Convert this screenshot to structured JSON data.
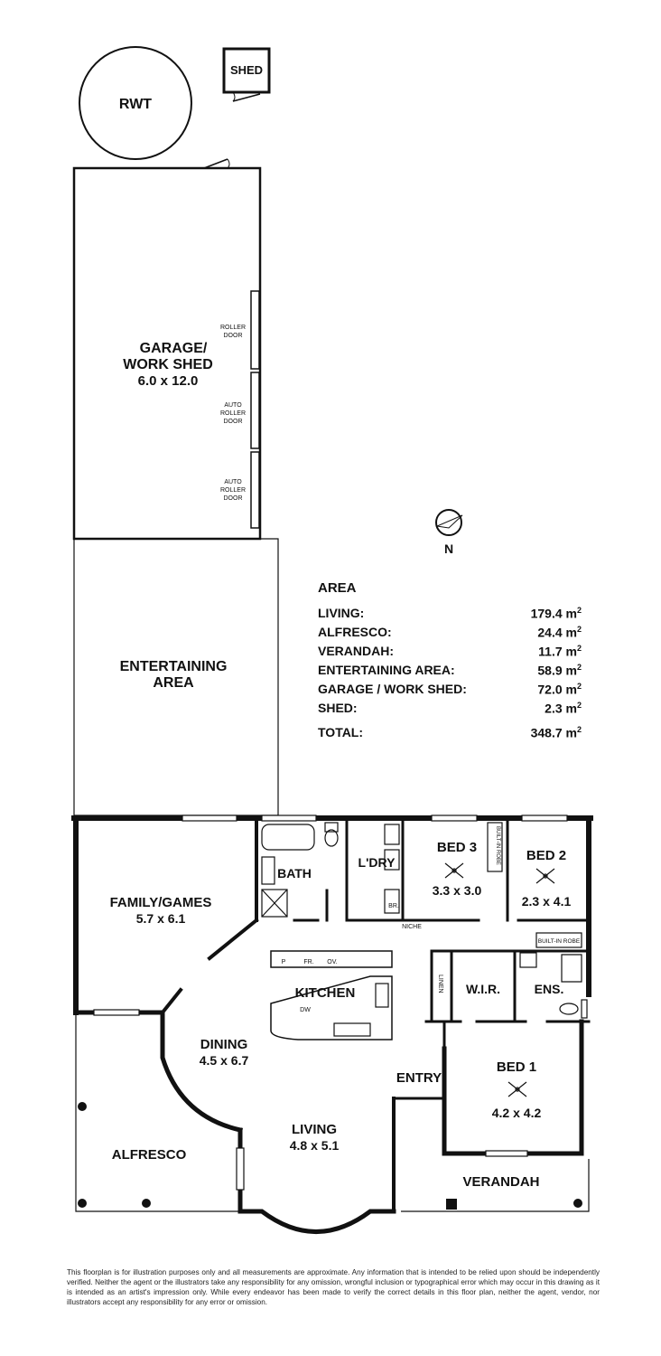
{
  "rooms": {
    "rwt": "RWT",
    "shed": "SHED",
    "garage_name_1": "GARAGE/",
    "garage_name_2": "WORK SHED",
    "garage_dim": "6.0 x 12.0",
    "roller_door_1a": "ROLLER",
    "roller_door_1b": "DOOR",
    "auto_roller": "AUTO",
    "auto_roller_b": "ROLLER",
    "auto_roller_c": "DOOR",
    "entertaining_1": "ENTERTAINING",
    "entertaining_2": "AREA",
    "family": "FAMILY/GAMES",
    "family_dim": "5.7 x 6.1",
    "bath": "BATH",
    "ldry": "L'DRY",
    "br": "BR.",
    "bed3": "BED 3",
    "bed3_dim": "3.3 x 3.0",
    "built_in_robe": "BUILT-IN ROBE",
    "bed2": "BED 2",
    "bed2_dim": "2.3 x 4.1",
    "niche": "NICHE",
    "p": "P",
    "fr": "FR.",
    "ov": "OV.",
    "kitchen": "KITCHEN",
    "dw": "DW",
    "linen": "LINEN",
    "wir": "W.I.R.",
    "ens": "ENS.",
    "dining": "DINING",
    "dining_dim": "4.5 x 6.7",
    "entry": "ENTRY",
    "bed1": "BED 1",
    "bed1_dim": "4.2 x 4.2",
    "living": "LIVING",
    "living_dim": "4.8 x 5.1",
    "alfresco": "ALFRESCO",
    "verandah": "VERANDAH"
  },
  "compass": {
    "label": "N"
  },
  "area": {
    "title": "AREA",
    "rows": [
      {
        "label": "LIVING:",
        "value": "179.4 m",
        "unit": "2"
      },
      {
        "label": "ALFRESCO:",
        "value": "24.4 m",
        "unit": "2"
      },
      {
        "label": "VERANDAH:",
        "value": "11.7 m",
        "unit": "2"
      },
      {
        "label": "ENTERTAINING AREA:",
        "value": "58.9 m",
        "unit": "2"
      },
      {
        "label": "GARAGE / WORK SHED:",
        "value": "72.0 m",
        "unit": "2"
      },
      {
        "label": "SHED:",
        "value": "2.3 m",
        "unit": "2"
      }
    ],
    "total_label": "TOTAL:",
    "total_value": "348.7 m",
    "total_unit": "2"
  },
  "disclaimer": "This floorplan is for illustration purposes only and all measurements are approximate. Any information that is intended to be relied upon should be independently verified. Neither the agent or the illustrators take any responsibility for any omission, wrongful inclusion or typographical error which may occur in this drawing as it is intended as an artist's impression only. While every endeavor has been made to verify the correct details in this floor plan, neither the agent, vendor, nor illustrators accept any responsibility for any error or omission."
}
